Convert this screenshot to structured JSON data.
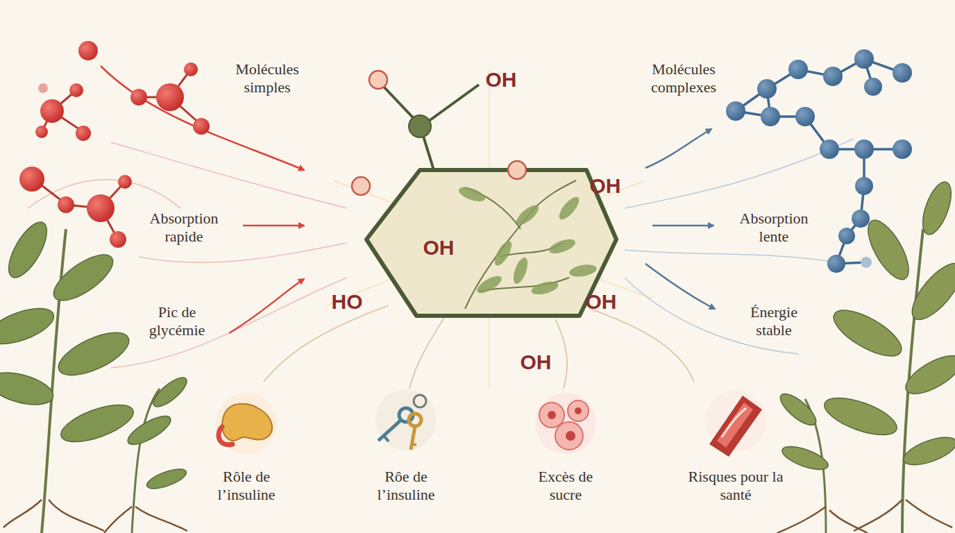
{
  "diagram": {
    "nodes": [
      {
        "text": [
          "OH"
        ]
      }
    ],
    "labels": [
      "Molécules simples",
      "Absorption rapide",
      "Pic de glycémie",
      "Molécules complexes",
      "Absorption lente",
      "Énergie stable",
      "OH",
      "OH",
      "HO",
      "OH",
      "OH",
      "Rôle de l’insuline",
      "Rôe de l’insuline",
      "Excès de sucre",
      "Risques pour la santé"
    ]
  }
}
